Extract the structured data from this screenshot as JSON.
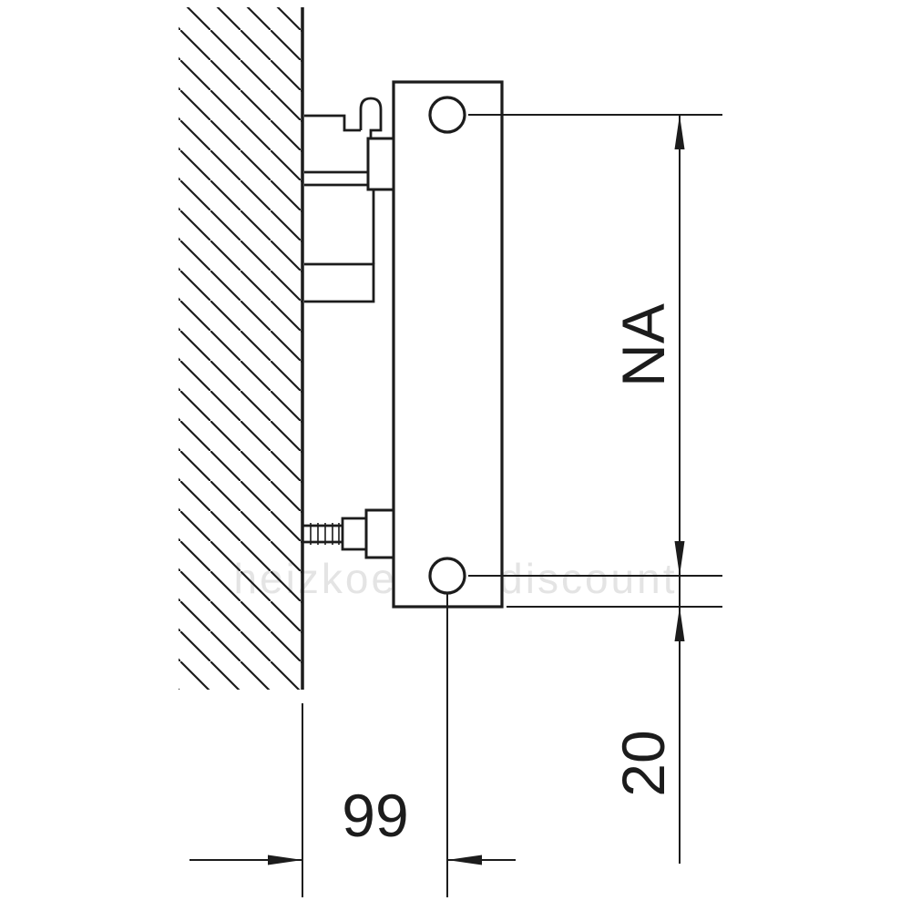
{
  "diagram": {
    "description": "Technical side-view drawing of a wall-mounted radiator showing mounting bracket, bottom valve connection and dimension lines",
    "watermark": "heizkoerper-discount",
    "labels": {
      "hub_distance": "NA",
      "bottom_hub_offset": "20",
      "wall_to_hub_distance": "99"
    },
    "colors": {
      "line": "#1c1c1c",
      "background": "#ffffff",
      "watermark": "#cfcfcf"
    }
  }
}
